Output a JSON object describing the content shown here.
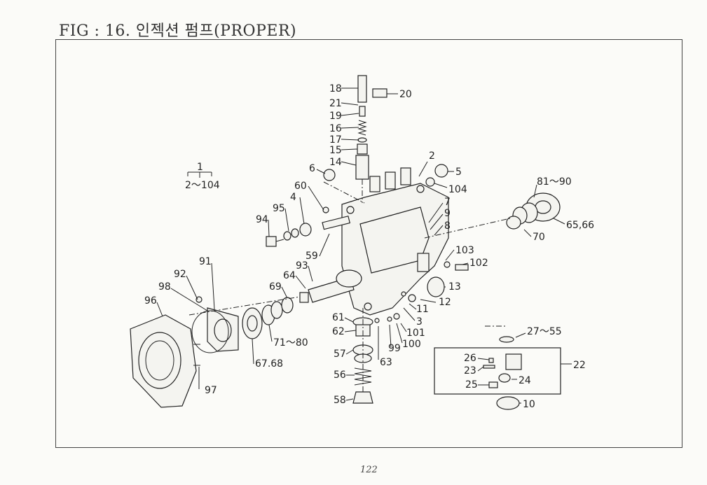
{
  "header": {
    "title": "FIG : 16. 인젝션 펌프(PROPER)"
  },
  "footer": {
    "page_number": "122"
  },
  "assembly": {
    "number": "1",
    "range": "2～104"
  },
  "callouts": [
    "18",
    "20",
    "21",
    "19",
    "16",
    "17",
    "15",
    "14",
    "2",
    "6",
    "5",
    "104",
    "60",
    "4",
    "95",
    "94",
    "81～90",
    "7",
    "9",
    "8",
    "70",
    "65,66",
    "59",
    "103",
    "102",
    "93",
    "64",
    "69",
    "13",
    "12",
    "11",
    "3",
    "101",
    "100",
    "99",
    "61",
    "62",
    "63",
    "57",
    "56",
    "58",
    "91",
    "92",
    "98",
    "96",
    "97",
    "71～80",
    "67.68",
    "27～55",
    "26",
    "23",
    "25",
    "24",
    "22",
    "10"
  ]
}
